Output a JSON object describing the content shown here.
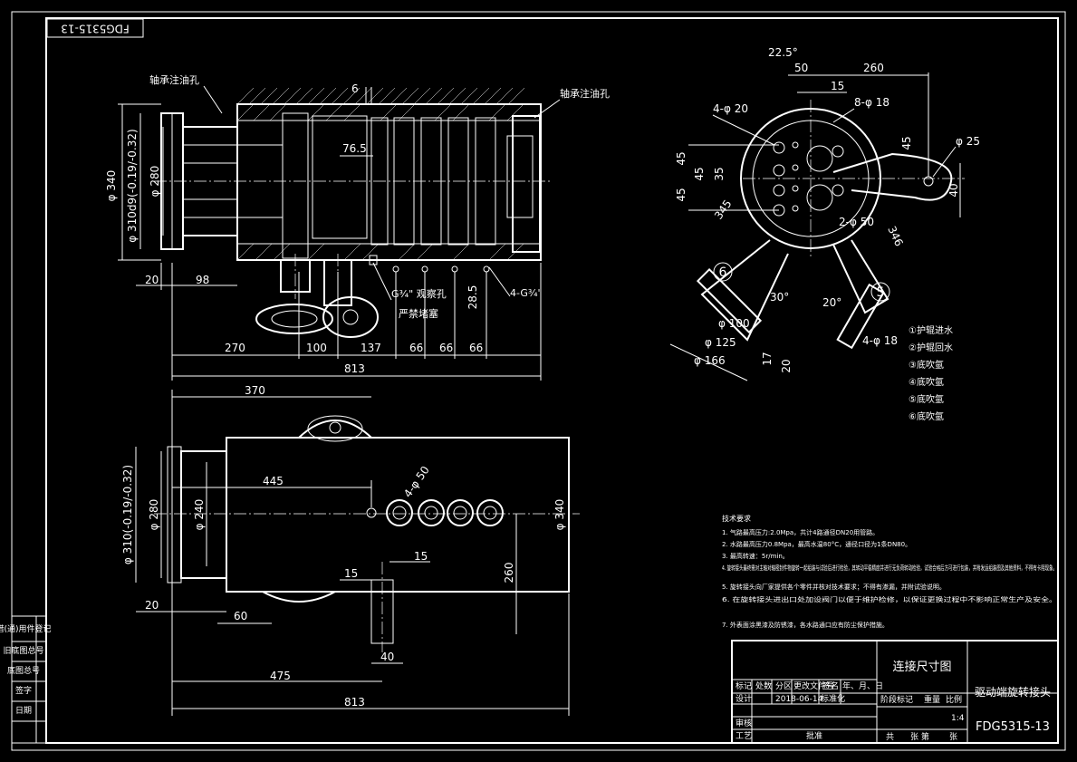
{
  "drawing_number": "FDG5315-13",
  "front_view": {
    "label_left_oil_hole": "轴承注油孔",
    "label_right_oil_hole": "轴承注油孔",
    "dim_6": "6",
    "dim_76_5": "76.5",
    "dim_phi340": "φ 340",
    "dim_phi310": "φ 310d9(-0.19/-0.32)",
    "dim_phi280": "φ 280",
    "dim_20": "20",
    "dim_98": "98",
    "dim_28_5": "28.5",
    "label_g_hole": "G¾\" 观察孔",
    "label_forbid": "严禁堵塞",
    "label_4g": "4-G¾\"",
    "dim_270": "270",
    "dim_100": "100",
    "dim_137": "137",
    "dim_66a": "66",
    "dim_66b": "66",
    "dim_66c": "66",
    "dim_813": "813"
  },
  "bottom_view": {
    "dim_370": "370",
    "dim_445": "445",
    "dim_4phi50": "4-φ 50",
    "dim_phi310": "φ 310(-0.19/-0.32)",
    "dim_phi280": "φ 280",
    "dim_phi240": "φ 240",
    "dim_phi340": "φ 340",
    "dim_15a": "15",
    "dim_15b": "15",
    "dim_260": "260",
    "dim_20": "20",
    "dim_60": "60",
    "dim_40": "40",
    "dim_475": "475",
    "dim_813": "813"
  },
  "end_view": {
    "dim_22_5": "22.5°",
    "dim_50": "50",
    "dim_260": "260",
    "dim_15": "15",
    "dim_4phi20": "4-φ 20",
    "dim_8phi18": "8-φ 18",
    "dim_45a": "45",
    "dim_45b": "45",
    "dim_35": "35",
    "dim_45c": "45",
    "dim_45d": "45",
    "dim_phi25": "φ 25",
    "dim_40": "40",
    "dim_345": "345",
    "dim_2phi50": "2-φ 50",
    "dim_346": "346",
    "dim_30deg": "30°",
    "dim_20deg": "20°",
    "dim_phi100": "φ 100",
    "dim_phi125": "φ 125",
    "dim_phi166": "φ 166",
    "dim_17": "17",
    "dim_20": "20",
    "dim_4phi18": "4-φ 18",
    "port_5": "5",
    "port_6": "6"
  },
  "legend": [
    "①护辊进水",
    "②护辊回水",
    "③底吹氩",
    "④底吹氩",
    "⑤底吹氩",
    "⑥底吹氩"
  ],
  "tech_requirements": {
    "title": "技术要求",
    "items": [
      "1. 气路最高压力:2.0Mpa，共计4路通径DN20用管路。",
      "2. 水路最高压力0.8Mpa，最高水温80°C，通径口径为1条DN80。",
      "3. 最高转速：5r/min。",
      "4. 旋转接头最终需对主轴对轴密封件物旋转一起组装与试验后进行检验，其转动平稳精度并进行无负荷转动检验，试验合格后方可进行包装，并附发运组装图及其他资料，不得有卡阻现象。",
      "5. 旋转接头向厂家提供各个零件并核对技术要求；不得有渗漏，并附试验说明。",
      "6. 在旋转接头进出口处加设阀门以便于维护检修，以保证更换过程中不影响正常生产及安全。",
      "7. 外表面涂黑漆及防锈漆，各水路通口应有防尘保护措施。"
    ]
  },
  "title_block": {
    "drawing_name": "连接尺寸图",
    "part_name": "驱动端旋转接头",
    "drawing_no": "FDG5315-13",
    "scale": "1:4",
    "date": "2018-06-14",
    "header_row": [
      "标记",
      "处数",
      "分区",
      "更改文件号",
      "签名",
      "年、月、日"
    ],
    "stage_row": [
      "阶段标记",
      "重量",
      "比例"
    ],
    "design": "设计",
    "review": "审核",
    "process": "工艺",
    "standard": "标准化",
    "approve": "批准",
    "sheet_total": "共",
    "sheet_no": "张 第",
    "sheet_unit": "张"
  },
  "side_block": [
    "借(通)用件登记",
    "旧底图总号",
    "底图总号",
    "签字",
    "日期"
  ]
}
